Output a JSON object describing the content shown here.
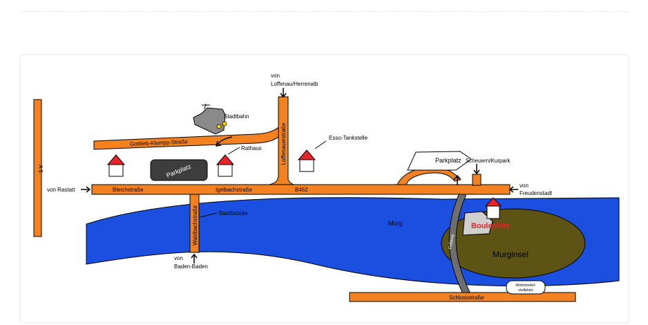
{
  "map": {
    "labels": {
      "a5": "A 5",
      "von_rastatt": "von Rastatt",
      "bleichstrasse": "Bleichstraße",
      "igelbachstrasse": "Igelbachstraße",
      "b462": "B462",
      "gottlieb_klumpp": "Gottlieb-Klumpp-Straße",
      "loffenauerstrasse": "Loffenauerstraße",
      "von_loffenau_1": "von",
      "von_loffenau_2": "Loffenau/Herrenalb",
      "stadtbahn": "Stadtbahn",
      "rathaus": "Rathaus",
      "parkplatz_left": "Parkplatz",
      "esso": "Esso-Tankstelle",
      "parkplatz_right": "Parkplatz",
      "scheuern": "Scheuern/Kurpark",
      "von_freudenstadt_1": "von",
      "von_freudenstadt_2": "Freudenstadt",
      "stadtbruecke": "Stadtbrücke",
      "waldbachstrasse": "Waldbachstraße",
      "von_baden_1": "von",
      "von_baden_2": "Baden-Baden",
      "murg": "Murg",
      "fussweg": "Fußweg",
      "bouleplatz": "Bouleplatz",
      "murginsel": "Murginsel",
      "wohnmobil_1": "Wohnmobil-",
      "wohnmobil_2": "stellplatz",
      "schlossstrasse": "Schlossstraße"
    },
    "colors": {
      "road": "#f58220",
      "river": "#1a4fe0",
      "island": "#5c5314",
      "house_roof": "#e8232a",
      "parking": "#3d3d3d",
      "footpath": "#6e6e6e",
      "boule_text": "#e8232a",
      "tram": "#8a8a8a"
    }
  }
}
